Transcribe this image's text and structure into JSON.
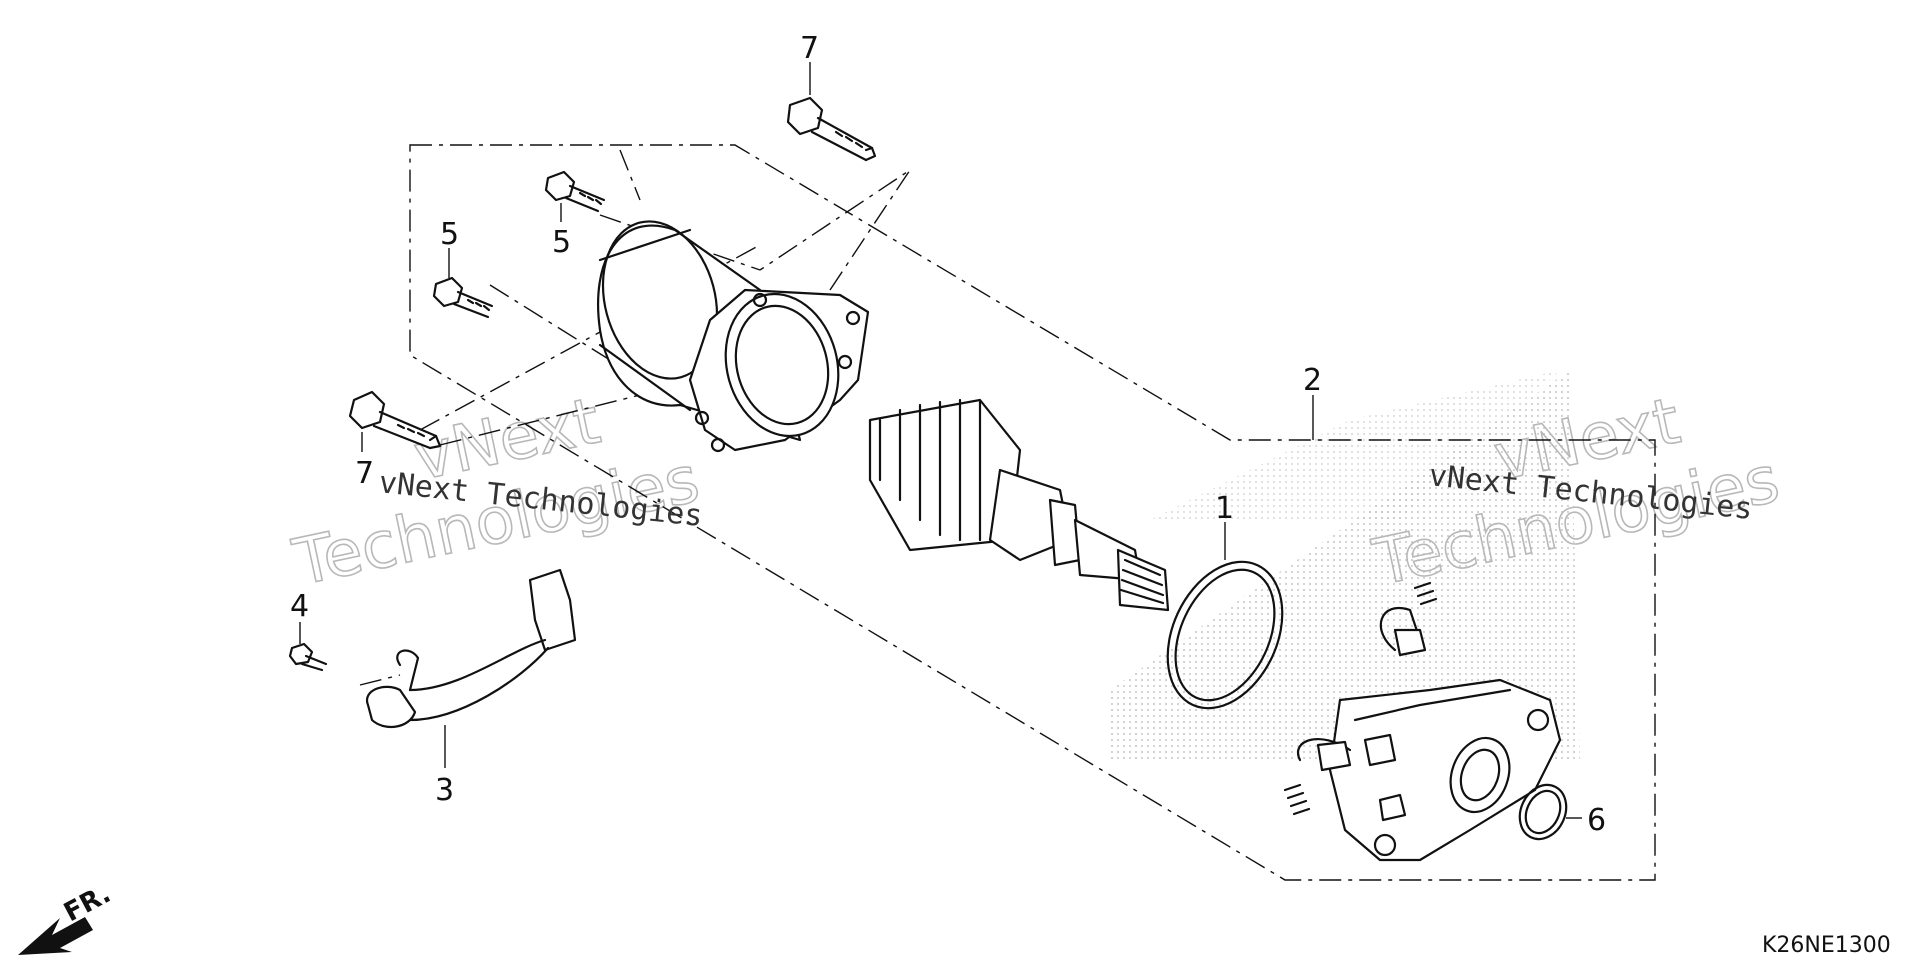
{
  "callouts": {
    "bolt_long_top": "7",
    "bolt_small_a": "5",
    "bolt_small_b": "5",
    "bolt_long_left": "7",
    "starter_assembly": "2",
    "o_ring_large": "1",
    "screw": "4",
    "brush_harness": "3",
    "o_ring_small": "6"
  },
  "watermark": {
    "brand_line_left": "vNext Technologies",
    "brand_line_right": "vNext Technologies",
    "outline_word_left": "Technologies",
    "outline_word_right": "Technologies",
    "outline_word_left_small": "vNext",
    "outline_word_right_small": "vNext"
  },
  "direction_marker": {
    "label": "FR."
  },
  "reference_code": "K26NE1300",
  "colors": {
    "ink": "#111111",
    "watermark_outline": "#b8b8b8",
    "background": "#ffffff"
  }
}
